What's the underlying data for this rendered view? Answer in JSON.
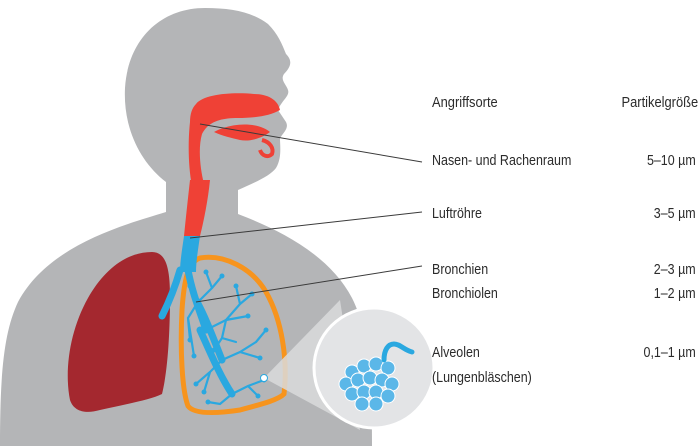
{
  "header": {
    "col_site": "Angriffsorte",
    "col_size": "Partikelgröße"
  },
  "rows": [
    {
      "site": "Nasen- und Rachenraum",
      "size": "5–10 µm"
    },
    {
      "site": "Luftröhre",
      "size": "3–5 µm"
    },
    {
      "site": "Bronchien",
      "size": "2–3 µm"
    },
    {
      "site": "Bronchiolen",
      "size": "1–2 µm"
    },
    {
      "site": "Alveolen",
      "site_note": "(Lungenbläschen)",
      "size": "0,1–1 µm"
    }
  ],
  "colors": {
    "body": "#b4b5b7",
    "airway_red": "#ef4136",
    "lung_dark": "#a4282f",
    "bronchi_blue": "#2aa8e0",
    "lung_outline": "#f7941d",
    "alveoli_blue": "#5bb7e8",
    "leader_line": "#3a3a3a"
  }
}
